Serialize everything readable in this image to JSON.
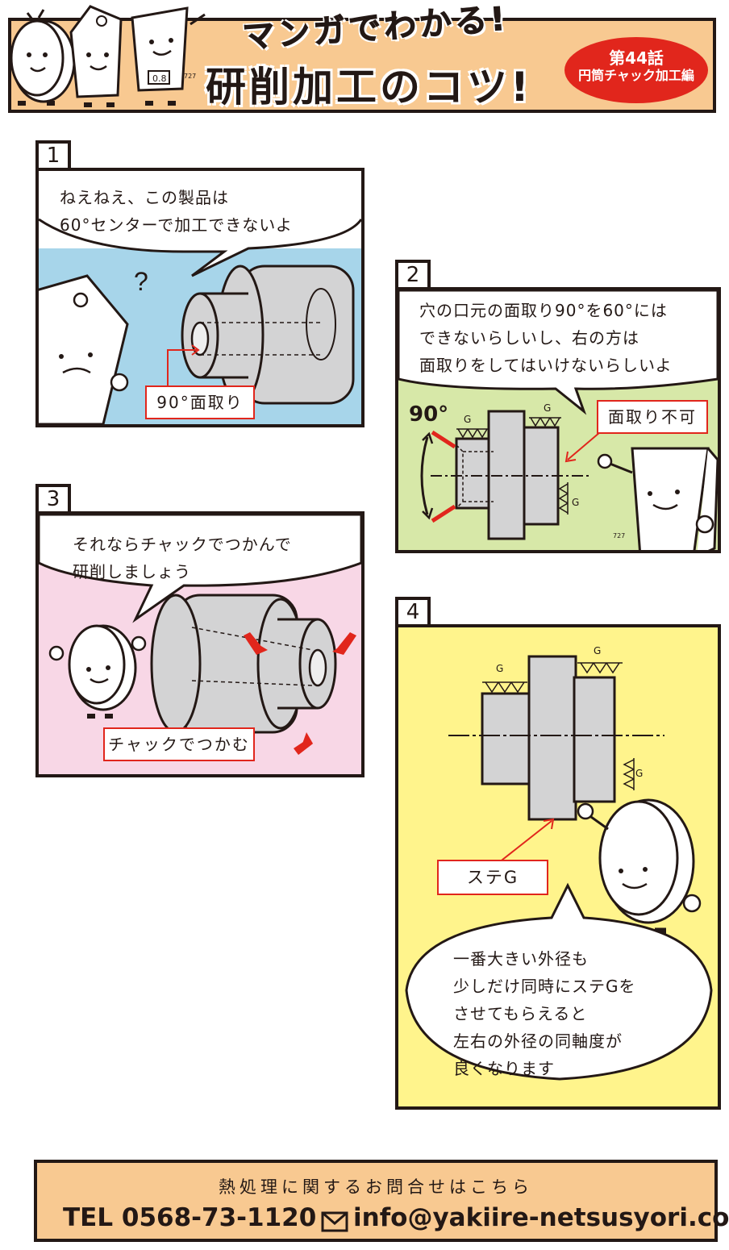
{
  "header": {
    "title_top": "マンガでわかる!",
    "title_main": "研削加工のコツ!",
    "episode": "第44話",
    "episode_subtitle": "円筒チャック加工編",
    "mascot_tag": "0.8",
    "mascot_sign": "727"
  },
  "panels": [
    {
      "number": "1",
      "speech": [
        "ねえねえ、この製品は",
        "60°センターで加工できないよ"
      ],
      "label": "90°面取り",
      "question_mark": "?"
    },
    {
      "number": "2",
      "speech": [
        "穴の口元の面取り90°を60°には",
        "できないらしいし、右の方は",
        "面取りをしてはいけないらしいよ"
      ],
      "angle": "90°",
      "label": "面取り不可",
      "g_marks": [
        "G",
        "G",
        "G"
      ],
      "mascot_sign": "727"
    },
    {
      "number": "3",
      "speech": [
        "それならチャックでつかんで",
        "研削しましょう"
      ],
      "label": "チャックでつかむ"
    },
    {
      "number": "4",
      "speech": [
        "一番大きい外径も",
        "少しだけ同時にステGを",
        "させてもらえると",
        "左右の外径の同軸度が",
        "良くなります"
      ],
      "label": "ステG",
      "g_marks": [
        "G",
        "G",
        "G"
      ]
    }
  ],
  "footer": {
    "inquiry": "熱処理に関するお問合せはこちら",
    "tel": "TEL 0568-73-1120",
    "email": "info@yakiire-netsusyori.com"
  },
  "colors": {
    "panel1_bg": "#a7d5ea",
    "panel2_bg": "#d7e8a8",
    "panel3_bg": "#f8d7e6",
    "panel4_bg": "#fff48c",
    "header_bg": "#f8c991",
    "accent_red": "#e1261c",
    "part_gray": "#d3d3d4"
  }
}
